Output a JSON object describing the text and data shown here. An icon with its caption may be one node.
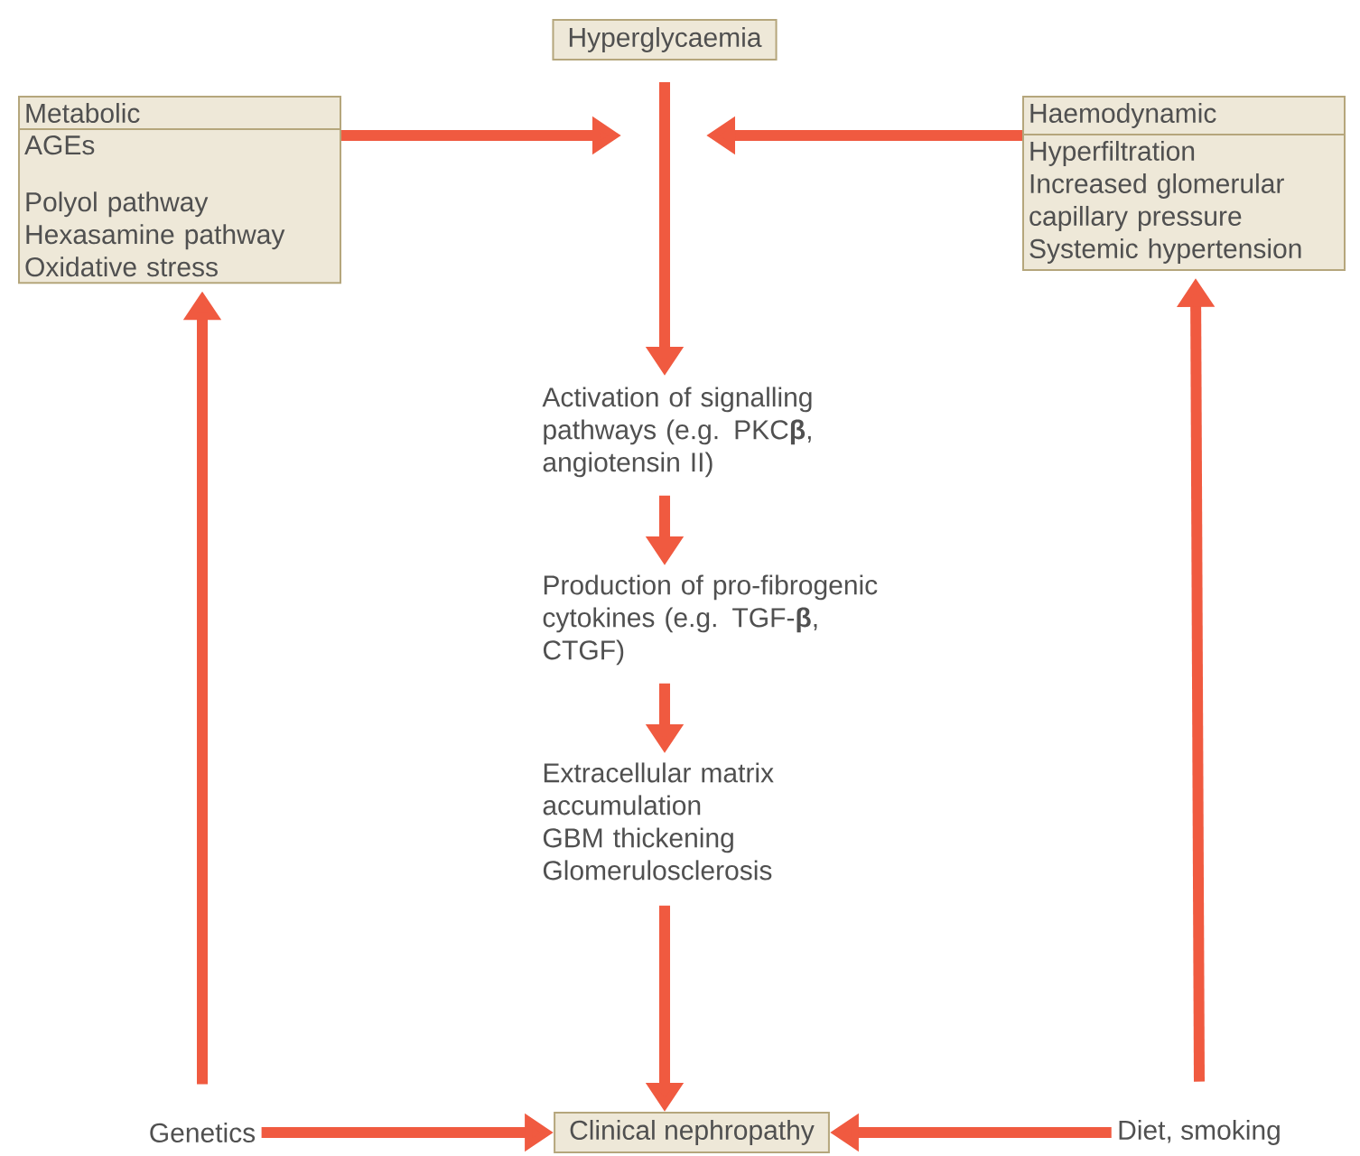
{
  "diagram": {
    "nodes": [
      {
        "text": [
          "Hyperglycaemia"
        ]
      },
      {
        "text": [
          "Metabolic",
          "AGEs",
          "Polyol pathway",
          "Hexasamine pathway",
          "Oxidative stress"
        ]
      },
      {
        "text": [
          "Haemodynamic",
          "Hyperfiltration",
          "Increased glomerular capillary pressure",
          "Systemic hypertension"
        ]
      },
      {
        "text": [
          "Activation of signalling pathways (e.g. PKC**β**, angiotensin II)"
        ]
      },
      {
        "text": [
          "Production of pro-fibrogenic cytokines (e.g. TGF-**β**, CTGF)"
        ]
      },
      {
        "text": [
          "Extracellular matrix accumulation",
          "GBM thickening",
          "Glomerulosclerosis"
        ]
      },
      {
        "text": [
          "Clinical nephropathy"
        ]
      },
      {
        "text": [
          "Genetics"
        ]
      },
      {
        "text": [
          "Diet, smoking"
        ]
      }
    ],
    "edges": [
      {
        "from": 0,
        "to": 3,
        "arrow": "to"
      },
      {
        "from": 1,
        "to": null,
        "arrow": "to"
      },
      {
        "from": 2,
        "to": null,
        "arrow": "to"
      },
      {
        "from": 3,
        "to": 4,
        "arrow": "to"
      },
      {
        "from": 4,
        "to": 5,
        "arrow": "to"
      },
      {
        "from": 5,
        "to": 6,
        "arrow": "to"
      },
      {
        "from": 7,
        "to": 6,
        "arrow": "to"
      },
      {
        "from": 8,
        "to": 6,
        "arrow": "to"
      },
      {
        "from": 7,
        "to": 1,
        "arrow": "to"
      },
      {
        "from": 8,
        "to": 2,
        "arrow": "to"
      }
    ]
  }
}
